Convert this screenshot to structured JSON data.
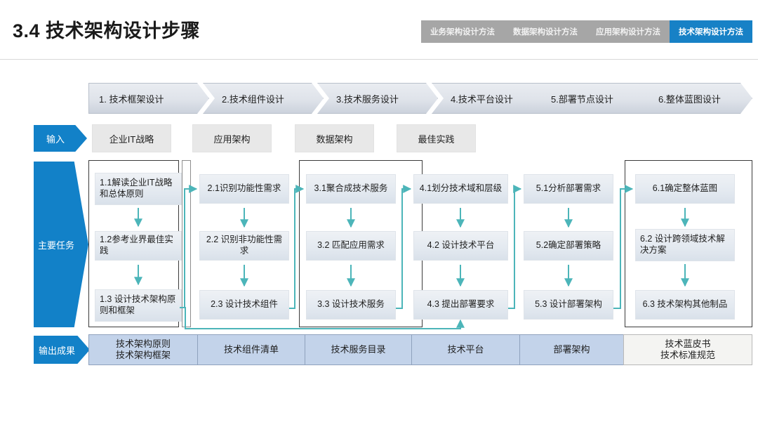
{
  "header": {
    "title": "3.4 技术架构设计步骤",
    "tabs": [
      {
        "label": "业务架构设计方法",
        "active": false
      },
      {
        "label": "数据架构设计方法",
        "active": false
      },
      {
        "label": "应用架构设计方法",
        "active": false
      },
      {
        "label": "技术架构设计方法",
        "active": true
      }
    ],
    "accent_color": "#1781c6",
    "inactive_color": "#a6a6a6"
  },
  "row_labels": {
    "input": "输入",
    "main_tasks": "主要任务",
    "outputs": "输出成果",
    "color": "#1281c8"
  },
  "steps": [
    {
      "label": "1. 技术框架设计"
    },
    {
      "label": "2.技术组件设计"
    },
    {
      "label": "3.技术服务设计"
    },
    {
      "label": "4.技术平台设计"
    },
    {
      "label": "5.部署节点设计"
    },
    {
      "label": "6.整体蓝图设计"
    }
  ],
  "inputs": [
    {
      "label": "企业IT战略"
    },
    {
      "label": "应用架构"
    },
    {
      "label": "数据架构"
    },
    {
      "label": "最佳实践"
    }
  ],
  "columns": [
    {
      "tasks": [
        {
          "label": "1.1解读企业IT战略和总体原则"
        },
        {
          "label": "1.2参考业界最佳实践"
        },
        {
          "label": "1.3 设计技术架构原则和框架"
        }
      ],
      "output": "技术架构原则\n技术架构框架"
    },
    {
      "tasks": [
        {
          "label": "2.1识别功能性需求"
        },
        {
          "label": "2.2 识别非功能性需求"
        },
        {
          "label": "2.3 设计技术组件"
        }
      ],
      "output": "技术组件清单"
    },
    {
      "tasks": [
        {
          "label": "3.1聚合成技术服务"
        },
        {
          "label": "3.2  匹配应用需求"
        },
        {
          "label": "3.3  设计技术服务"
        }
      ],
      "output": "技术服务目录"
    },
    {
      "tasks": [
        {
          "label": "4.1划分技术域和层级"
        },
        {
          "label": "4.2 设计技术平台"
        },
        {
          "label": "4.3 提出部署要求"
        }
      ],
      "output": "技术平台"
    },
    {
      "tasks": [
        {
          "label": "5.1分析部署需求"
        },
        {
          "label": "5.2确定部署策略"
        },
        {
          "label": "5.3 设计部署架构"
        }
      ],
      "output": "部署架构"
    },
    {
      "tasks": [
        {
          "label": "6.1确定整体蓝图"
        },
        {
          "label": "6.2 设计跨领域技术解决方案"
        },
        {
          "label": "6.3 技术架构其他制品"
        }
      ],
      "output": "技术蓝皮书\n技术标准规范"
    }
  ],
  "palette": {
    "connector": "#4cb5b9",
    "task_box": "#e6ecf3",
    "output_box": "#c3d3ea",
    "output_box_last": "#f4f4f2",
    "chevron": "#dfe3ea"
  }
}
